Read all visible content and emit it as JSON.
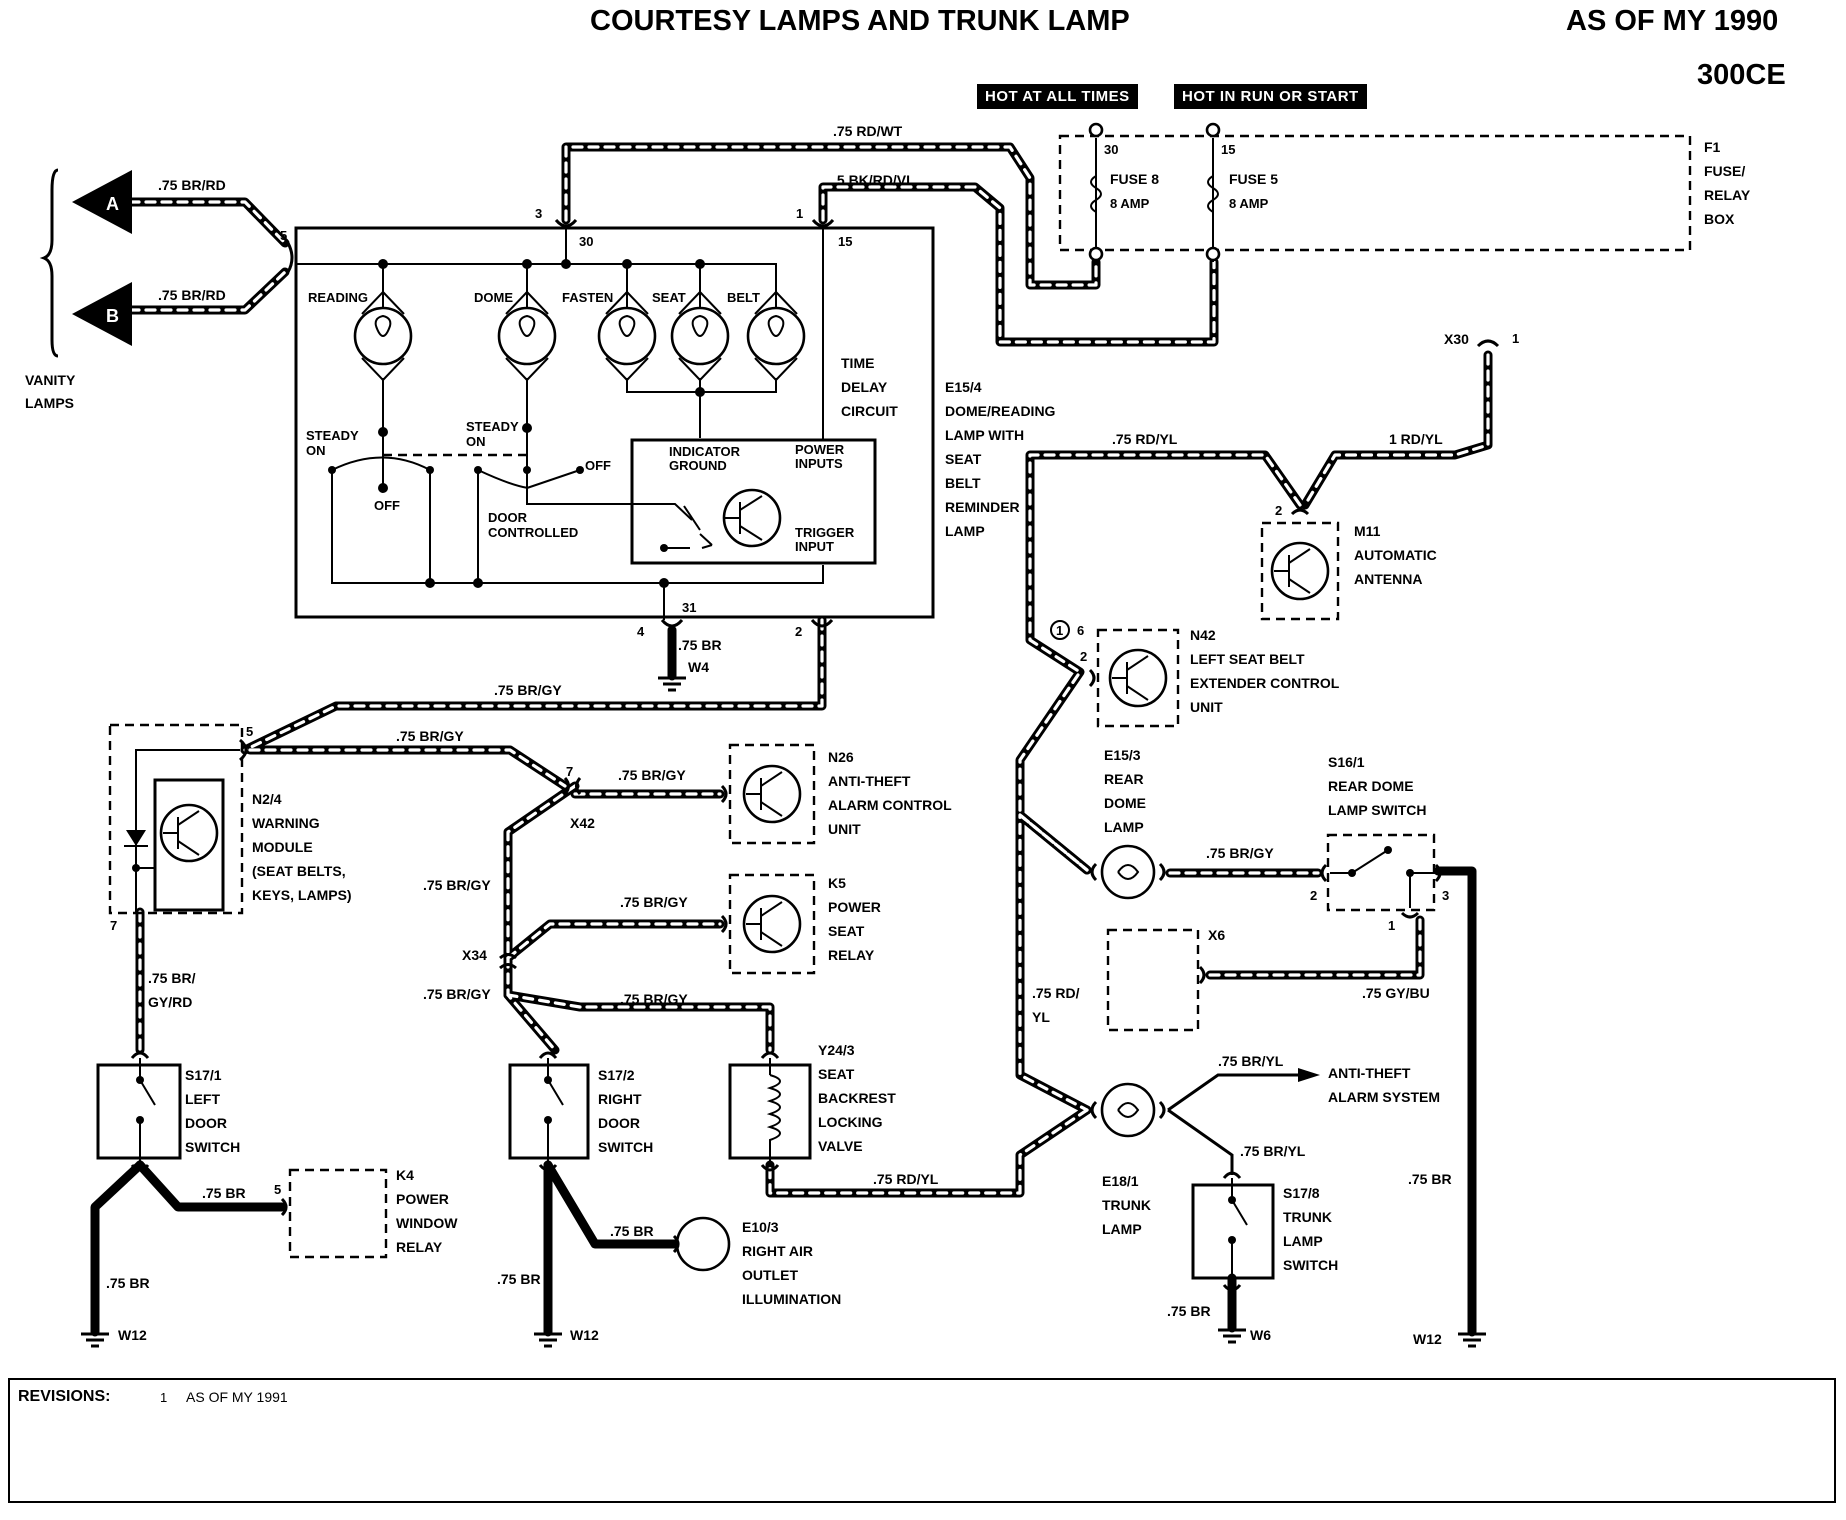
{
  "header": {
    "title": "COURTESY LAMPS AND TRUNK LAMP",
    "as_of": "AS OF MY 1990",
    "model": "300CE"
  },
  "badges": {
    "hot_all_times": "HOT AT ALL TIMES",
    "hot_run_start": "HOT IN RUN OR START"
  },
  "wires": {
    "rd_wt": ".75 RD/WT",
    "bk_rd_vi": ".5 BK/RD/VI",
    "br_rd_a": ".75 BR/RD",
    "br_rd_b": ".75 BR/RD",
    "br_main": ".75 BR",
    "br_gy_top": ".75 BR/GY",
    "br_gy_n24": ".75 BR/GY",
    "br_gy_n26": ".75 BR/GY",
    "br_gy_x42": ".75 BR/GY",
    "br_gy_k5": ".75 BR/GY",
    "br_gy_x34": ".75 BR/GY",
    "br_gy_y24": ".75 BR/GY",
    "br_gy_rear": ".75 BR/GY",
    "br_gy_rd_1": ".75 BR/",
    "br_gy_rd_2": "GY/RD",
    "br_k4": ".75 BR",
    "br_s171": ".75 BR",
    "br_e103": ".75 BR",
    "br_s172": ".75 BR",
    "rd_yl_top": ".75 RD/YL",
    "rd_yl_1": "1 RD/YL",
    "rd_yl_side_1": ".75 RD/",
    "rd_yl_side_2": "YL",
    "rd_yl_bottom": ".75 RD/YL",
    "gy_bu": ".75 GY/BU",
    "br_yl_1": ".75 BR/YL",
    "br_yl_2": ".75 BR/YL",
    "br_s178": ".75 BR",
    "br_right": ".75 BR"
  },
  "fusebox": {
    "pin30": "30",
    "pin15": "15",
    "fuse8": "FUSE 8",
    "fuse8_amp": "8 AMP",
    "fuse5": "FUSE 5",
    "fuse5_amp": "8 AMP",
    "label": [
      "F1",
      "FUSE/",
      "RELAY",
      "BOX"
    ]
  },
  "vanity": {
    "a": "A",
    "b": "B",
    "label1": "VANITY",
    "label2": "LAMPS",
    "pin": "5"
  },
  "e154": {
    "pin3": "3",
    "pin30": "30",
    "pin1": "1",
    "pin15": "15",
    "pin4": "4",
    "pin31": "31",
    "pin2": "2",
    "reading": "READING",
    "dome": "DOME",
    "fasten": "FASTEN",
    "seat": "SEAT",
    "belt": "BELT",
    "steady_on_1a": "STEADY",
    "steady_on_1b": "ON",
    "steady_on_2a": "STEADY",
    "steady_on_2b": "ON",
    "off_1": "OFF",
    "off_2": "OFF",
    "door_1": "DOOR",
    "door_2": "CONTROLLED",
    "indicator_1": "INDICATOR",
    "indicator_2": "GROUND",
    "power_1": "POWER",
    "power_2": "INPUTS",
    "trigger_1": "TRIGGER",
    "trigger_2": "INPUT",
    "tdc": [
      "TIME",
      "DELAY",
      "CIRCUIT"
    ],
    "label": [
      "E15/4",
      "DOME/READING",
      "LAMP WITH",
      "SEAT",
      "BELT",
      "REMINDER",
      "LAMP"
    ]
  },
  "grounds": {
    "w4": "W4",
    "w12_a": "W12",
    "w12_b": "W12",
    "w12_c": "W12",
    "w6": "W6"
  },
  "n24": {
    "pin5": "5",
    "pin7": "7",
    "label": [
      "N2/4",
      "WARNING",
      "MODULE",
      "(SEAT BELTS,",
      "KEYS, LAMPS)"
    ]
  },
  "x42": {
    "pin": "7",
    "label": "X42"
  },
  "x34": {
    "label": "X34"
  },
  "n26": {
    "label": [
      "N26",
      "ANTI-THEFT",
      "ALARM CONTROL",
      "UNIT"
    ]
  },
  "k5": {
    "label": [
      "K5",
      "POWER",
      "SEAT",
      "RELAY"
    ]
  },
  "s171": {
    "label": [
      "S17/1",
      "LEFT",
      "DOOR",
      "SWITCH"
    ]
  },
  "s172": {
    "label": [
      "S17/2",
      "RIGHT",
      "DOOR",
      "SWITCH"
    ]
  },
  "y243": {
    "label": [
      "Y24/3",
      "SEAT",
      "BACKREST",
      "LOCKING",
      "VALVE"
    ]
  },
  "k4": {
    "pin": "5",
    "label": [
      "K4",
      "POWER",
      "WINDOW",
      "RELAY"
    ]
  },
  "e103": {
    "label": [
      "E10/3",
      "RIGHT AIR",
      "OUTLET",
      "ILLUMINATION"
    ]
  },
  "x30": {
    "label": "X30",
    "pin": "1"
  },
  "m11": {
    "pin": "2",
    "label": [
      "M11",
      "AUTOMATIC",
      "ANTENNA"
    ]
  },
  "n42": {
    "rev": "1",
    "pin6": "6",
    "pin2": "2",
    "label": [
      "N42",
      "LEFT SEAT BELT",
      "EXTENDER CONTROL",
      "UNIT"
    ]
  },
  "e153": {
    "label": [
      "E15/3",
      "REAR",
      "DOME",
      "LAMP"
    ]
  },
  "s161": {
    "pin2": "2",
    "pin3": "3",
    "pin1": "1",
    "label": [
      "S16/1",
      "REAR DOME",
      "LAMP SWITCH"
    ]
  },
  "x6": {
    "label": "X6"
  },
  "antitheft": {
    "label1": "ANTI-THEFT",
    "label2": "ALARM SYSTEM"
  },
  "e181": {
    "label": [
      "E18/1",
      "TRUNK",
      "LAMP"
    ]
  },
  "s178": {
    "label": [
      "S17/8",
      "TRUNK",
      "LAMP",
      "SWITCH"
    ]
  },
  "revisions": {
    "label": "REVISIONS:",
    "num": "1",
    "text": "AS OF MY 1991"
  }
}
